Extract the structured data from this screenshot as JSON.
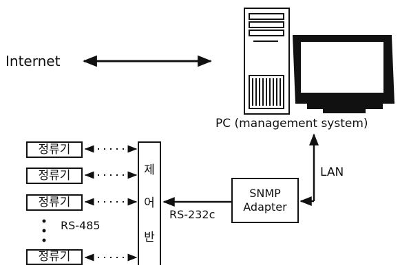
{
  "internet_label": "Internet",
  "pc": {
    "label": "PC (management system)"
  },
  "lan_label": "LAN",
  "snmp": {
    "line1": "SNMP",
    "line2": "Adapter"
  },
  "rs232_label": "RS-232c",
  "rs485_label": "RS-485",
  "control_panel": {
    "chars": [
      "제",
      "어",
      "반"
    ]
  },
  "rectifiers": {
    "labels": [
      "정류기",
      "정류기",
      "정류기",
      "정류기"
    ]
  },
  "colors": {
    "line": "#111111",
    "screen": "#ffffff",
    "background": "#ffffff"
  },
  "icons": [
    "double-arrow-icon",
    "desktop-pc-icon",
    "crt-monitor-icon"
  ]
}
